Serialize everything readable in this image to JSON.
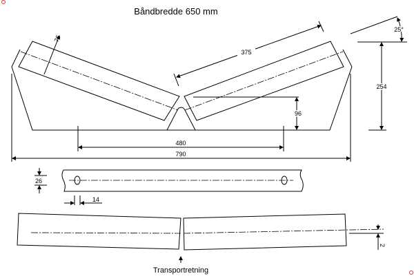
{
  "title": "Båndbredde 650 mm",
  "dimensions": {
    "roller_diameter": "76",
    "roller_length": "375",
    "center_height": "96",
    "total_height": "254",
    "angle": "25°",
    "bolt_spacing": "480",
    "total_width": "790",
    "bar_width": "26",
    "slot_width": "14",
    "offset": "2"
  },
  "transport_label": "Transportretning",
  "colors": {
    "line": "#000000",
    "marker": "#e03030"
  }
}
